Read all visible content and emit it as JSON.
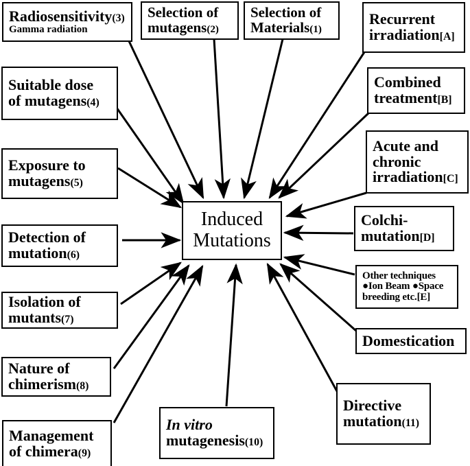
{
  "diagram": {
    "title": "Induced Mutations",
    "center": {
      "name": "induced-mutations",
      "line1": "Induced",
      "line2": "Mutations"
    },
    "nodes": [
      {
        "id": "selection-of-materials",
        "lines": [
          "Selection of",
          "Materials"
        ],
        "tag": "(1)",
        "tag_on_line": 1
      },
      {
        "id": "selection-of-mutagens",
        "lines": [
          "Selection of",
          "mutagens"
        ],
        "tag": "(2)",
        "tag_on_line": 1
      },
      {
        "id": "radiosensitivity",
        "lines": [
          "Radiosensitivity",
          "Gamma radiation"
        ],
        "tag": "(3)",
        "tag_on_line": 0
      },
      {
        "id": "suitable-dose-of-mutagens",
        "lines": [
          "Suitable dose",
          "of mutagens"
        ],
        "tag": "(4)",
        "tag_on_line": 1
      },
      {
        "id": "exposure-to-mutagens",
        "lines": [
          "Exposure to",
          "mutagens"
        ],
        "tag": "(5)",
        "tag_on_line": 1
      },
      {
        "id": "detection-of-mutation",
        "lines": [
          "Detection of",
          "mutation"
        ],
        "tag": "(6)",
        "tag_on_line": 1
      },
      {
        "id": "isolation-of-mutants",
        "lines": [
          "Isolation of",
          "mutants"
        ],
        "tag": "(7)",
        "tag_on_line": 1
      },
      {
        "id": "nature-of-chimerism",
        "lines": [
          "Nature of",
          "chimerism"
        ],
        "tag": "(8)",
        "tag_on_line": 1
      },
      {
        "id": "management-of-chimera",
        "lines": [
          "Management",
          "of chimera"
        ],
        "tag": "(9)",
        "tag_on_line": 1
      },
      {
        "id": "in-vitro-mutagenesis",
        "lines": [
          "In vitro",
          "mutagenesis"
        ],
        "tag": "(10)",
        "tag_on_line": 1
      },
      {
        "id": "directive-mutation",
        "lines": [
          "Directive",
          "mutation"
        ],
        "tag": "(11)",
        "tag_on_line": 1
      },
      {
        "id": "recurrent-irradiation",
        "lines": [
          "Recurrent",
          "irradiation"
        ],
        "tag": "[A]",
        "tag_on_line": 1
      },
      {
        "id": "combined-treatment",
        "lines": [
          "Combined",
          "treatment"
        ],
        "tag": "[B]",
        "tag_on_line": 1
      },
      {
        "id": "acute-and-chronic-irradiation",
        "lines": [
          "Acute and",
          "chronic",
          "irradiation"
        ],
        "tag": "[C]",
        "tag_on_line": 2
      },
      {
        "id": "colchi-mutation",
        "lines": [
          "Colchi-",
          "mutation"
        ],
        "tag": "[D]",
        "tag_on_line": 1
      },
      {
        "id": "other-techniques",
        "lines": [
          "Other techniques",
          "●Ion Beam ●Space",
          "breeding etc."
        ],
        "tag": "[E]",
        "tag_on_line": 2
      },
      {
        "id": "domestication",
        "lines": [
          "Domestication"
        ],
        "tag": "",
        "tag_on_line": -1
      }
    ],
    "labels": {
      "radiosensitivity_l1": "Radiosensitivity",
      "radiosensitivity_tag": "(3)",
      "radiosensitivity_l2": "Gamma radiation",
      "sel_mutagens_l1": "Selection of",
      "sel_mutagens_l2": "mutagens",
      "sel_mutagens_tag": "(2)",
      "sel_materials_l1": "Selection of",
      "sel_materials_l2": "Materials",
      "sel_materials_tag": "(1)",
      "recurrent_l1": "Recurrent",
      "recurrent_l2": "irradiation",
      "recurrent_tag": "[A]",
      "suitable_l1": "Suitable dose",
      "suitable_l2": "of mutagens",
      "suitable_tag": "(4)",
      "combined_l1": "Combined",
      "combined_l2": "treatment",
      "combined_tag": "[B]",
      "exposure_l1": "Exposure to",
      "exposure_l2": "mutagens",
      "exposure_tag": "(5)",
      "acute_l1": "Acute and",
      "acute_l2": "chronic",
      "acute_l3": "irradiation",
      "acute_tag": "[C]",
      "detection_l1": "Detection of",
      "detection_l2": "mutation",
      "detection_tag": "(6)",
      "colchi_l1": "Colchi-",
      "colchi_l2": "mutation",
      "colchi_tag": "[D]",
      "other_l1": "Other techniques",
      "other_l2": "●Ion Beam ●Space",
      "other_l3": "breeding etc.",
      "other_tag": "[E]",
      "isolation_l1": "Isolation of",
      "isolation_l2": "mutants",
      "isolation_tag": "(7)",
      "domestication_l1": "Domestication",
      "nature_l1": "Nature of",
      "nature_l2": "chimerism",
      "nature_tag": "(8)",
      "directive_l1": "Directive",
      "directive_l2": "mutation",
      "directive_tag": "(11)",
      "management_l1": "Management",
      "management_l2": "of chimera",
      "management_tag": "(9)",
      "invitro_l1": "In vitro",
      "invitro_l2": "mutagenesis",
      "invitro_tag": "(10)",
      "center_l1": "Induced",
      "center_l2": "Mutations"
    },
    "colors": {
      "stroke": "#000000",
      "fill": "#ffffff",
      "text": "#000000"
    }
  }
}
